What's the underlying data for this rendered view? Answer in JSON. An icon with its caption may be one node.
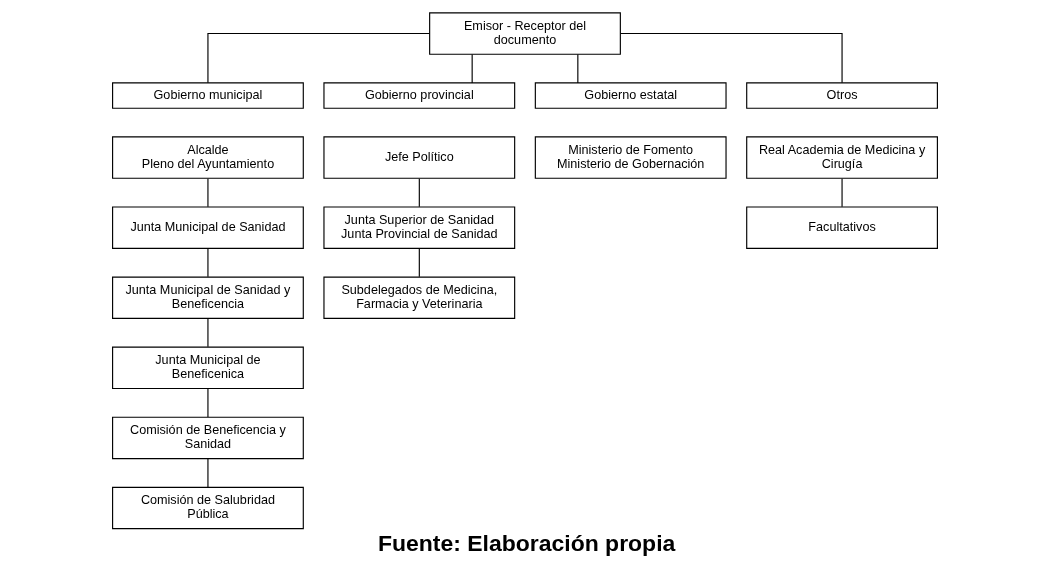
{
  "diagram": {
    "caption": "Fuente: Elaboración propia",
    "nodes": [
      {
        "text": [
          "Emisor - Receptor del documento"
        ]
      },
      {
        "text": [
          "Gobierno municipal"
        ]
      },
      {
        "text": [
          "Gobierno provincial"
        ]
      },
      {
        "text": [
          "Gobierno estatal"
        ]
      },
      {
        "text": [
          "Otros"
        ]
      },
      {
        "text": [
          "Alcalde",
          "Pleno del Ayuntamiento"
        ]
      },
      {
        "text": [
          "Jefe Político"
        ]
      },
      {
        "text": [
          "Ministerio de Fomento",
          "Ministerio de Gobernación"
        ]
      },
      {
        "text": [
          "Real Academia de Medicina y Cirugía"
        ]
      },
      {
        "text": [
          "Junta Municipal de Sanidad"
        ]
      },
      {
        "text": [
          "Junta Superior de Sanidad",
          "Junta Provincial de Sanidad"
        ]
      },
      {
        "text": [
          "Facultativos"
        ]
      },
      {
        "text": [
          "Junta Municipal de Sanidad y Beneficencia"
        ]
      },
      {
        "text": [
          "Subdelegados de Medicina, Farmacia y Veterinaria"
        ]
      },
      {
        "text": [
          "Junta Municipal de Beneficenica"
        ]
      },
      {
        "text": [
          "Comisión de Beneficencia y Sanidad"
        ]
      },
      {
        "text": [
          "Comisión de Salubridad Pública"
        ]
      }
    ],
    "edges": [
      {
        "from": 0,
        "to": 1,
        "arrow": "none"
      },
      {
        "from": 0,
        "to": 2,
        "arrow": "none"
      },
      {
        "from": 0,
        "to": 3,
        "arrow": "none"
      },
      {
        "from": 0,
        "to": 4,
        "arrow": "none"
      },
      {
        "from": 5,
        "to": 9,
        "arrow": "none"
      },
      {
        "from": 9,
        "to": 12,
        "arrow": "none"
      },
      {
        "from": 12,
        "to": 14,
        "arrow": "none"
      },
      {
        "from": 14,
        "to": 15,
        "arrow": "none"
      },
      {
        "from": 15,
        "to": 16,
        "arrow": "none"
      },
      {
        "from": 6,
        "to": 10,
        "arrow": "none"
      },
      {
        "from": 10,
        "to": 13,
        "arrow": "none"
      },
      {
        "from": 8,
        "to": 11,
        "arrow": "none"
      }
    ]
  }
}
